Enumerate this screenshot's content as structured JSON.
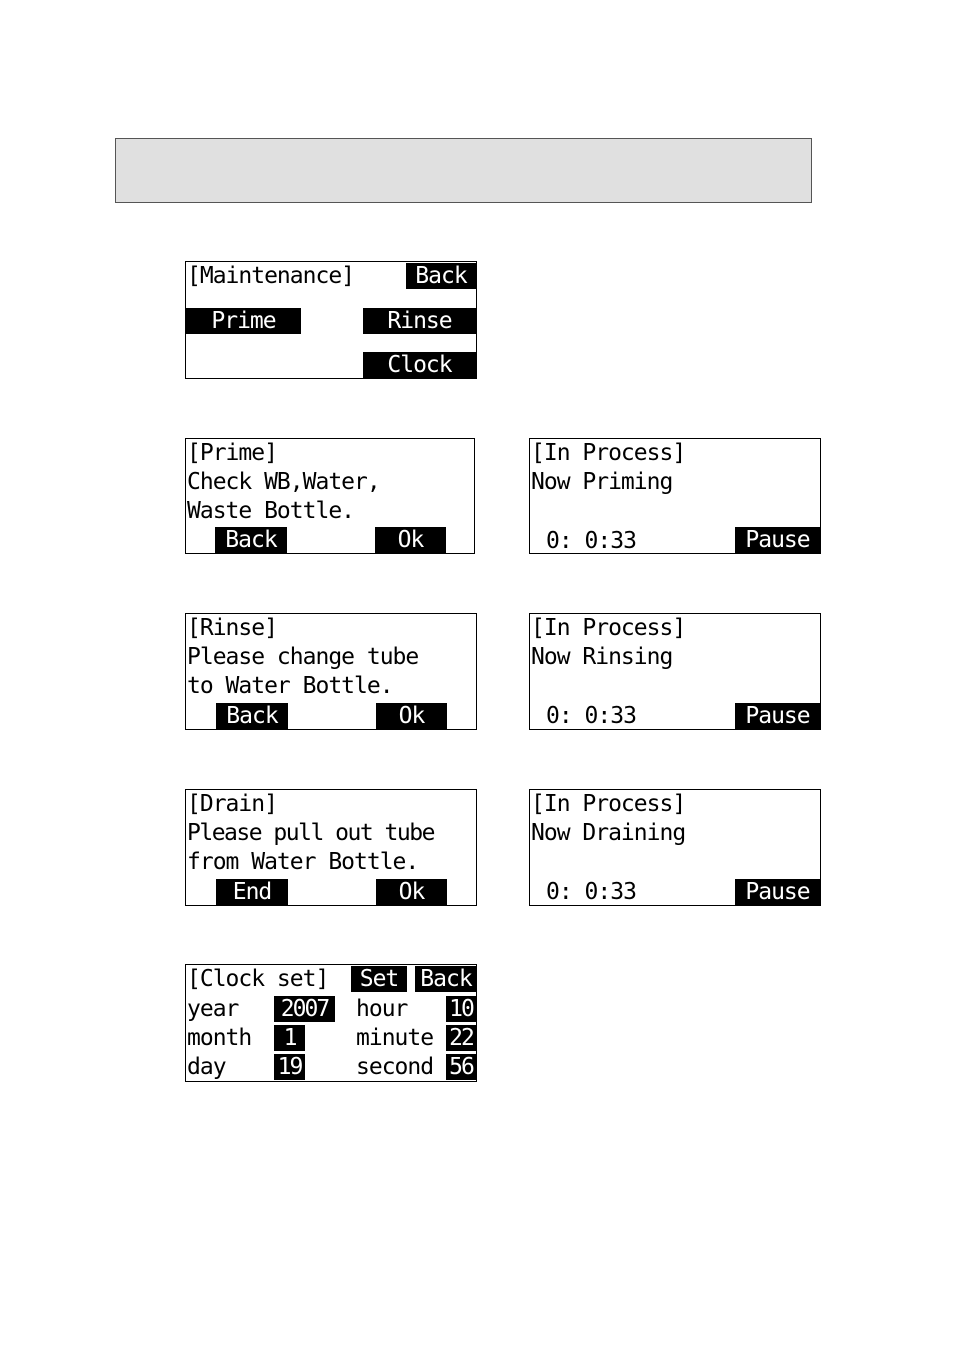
{
  "maintenance": {
    "title": "[Maintenance]",
    "back": "Back",
    "prime": "Prime",
    "rinse": "Rinse",
    "clock": "Clock"
  },
  "prime": {
    "title": "[Prime]",
    "line1": "Check WB,Water,",
    "line2": "Waste Bottle.",
    "back": "Back",
    "ok": "Ok"
  },
  "priming": {
    "title": "[In Process]",
    "status": "Now Priming",
    "timer": "0: 0:33",
    "pause": "Pause"
  },
  "rinse": {
    "title": "[Rinse]",
    "line1": "Please change tube",
    "line2": "to Water Bottle.",
    "back": "Back",
    "ok": "Ok"
  },
  "rinsing": {
    "title": "[In Process]",
    "status": "Now Rinsing",
    "timer": "0: 0:33",
    "pause": "Pause"
  },
  "drain": {
    "title": "[Drain]",
    "line1": "Please pull out tube",
    "line2": "from Water Bottle.",
    "end": "End",
    "ok": "Ok"
  },
  "draining": {
    "title": "[In Process]",
    "status": "Now Draining",
    "timer": "0: 0:33",
    "pause": "Pause"
  },
  "clockset": {
    "title": "[Clock set]",
    "set": "Set",
    "back": "Back",
    "year_label": "year",
    "year": "2007",
    "month_label": "month",
    "month": "1",
    "day_label": "day",
    "day": "19",
    "hour_label": "hour",
    "hour": "10",
    "minute_label": "minute",
    "minute": "22",
    "second_label": "second",
    "second": "56"
  }
}
